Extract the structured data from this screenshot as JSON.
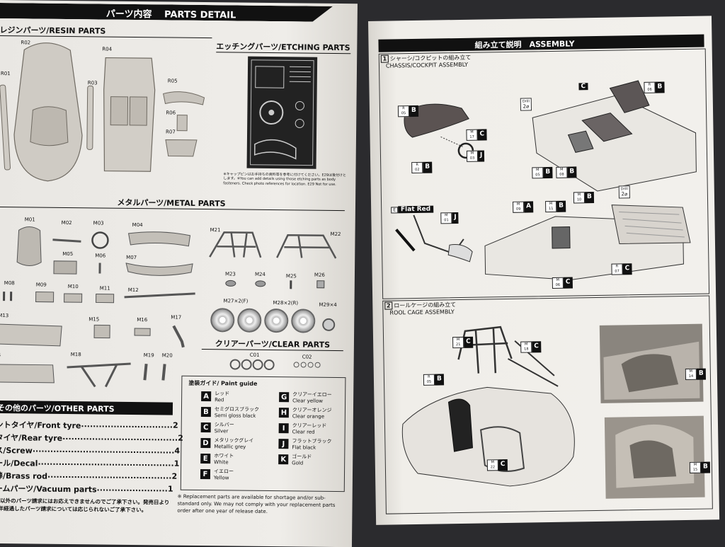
{
  "left_page": {
    "title": "パーツ内容　 PARTS DETAIL",
    "resin_header": "レジンパーツ/RESIN PARTS",
    "resin_labels": [
      "R02",
      "R04",
      "R01",
      "R03",
      "R05",
      "R06",
      "R07"
    ],
    "etching_header": "エッチングパーツ/ETCHING PARTS",
    "etching_note": "※キャップピンはお手持ちの資料等を参考に付けてください。E29は後付けとします。※You can add details using those etching parts as body fasteners. Check photo references for location. E29 Not for use.",
    "metal_header": "メタルパーツ/METAL PARTS",
    "metal_labels": [
      "M01",
      "M02",
      "M03",
      "M04",
      "M21",
      "M22",
      "M05",
      "M06",
      "M07",
      "M23",
      "M24",
      "M25",
      "M26",
      "M08",
      "M09",
      "M10",
      "M11",
      "M12",
      "M27×2(F)",
      "M28×2(R)",
      "M29×4",
      "M13",
      "M15",
      "M16",
      "M17",
      "M18",
      "M19",
      "M20",
      "4"
    ],
    "clear_header": "クリアーパーツ/CLEAR PARTS",
    "clear_labels": [
      "C01",
      "C02"
    ],
    "paint_guide": {
      "title": "塗装ガイド/ Paint guide",
      "items": [
        {
          "code": "A",
          "jp": "レッド",
          "en": "Red"
        },
        {
          "code": "B",
          "jp": "セミグロスブラック",
          "en": "Semi gloss black"
        },
        {
          "code": "C",
          "jp": "シルバー",
          "en": "Silver"
        },
        {
          "code": "D",
          "jp": "メタリックグレイ",
          "en": "Metallic grey"
        },
        {
          "code": "E",
          "jp": "ホワイト",
          "en": "White"
        },
        {
          "code": "F",
          "jp": "イエロー",
          "en": "Yellow"
        },
        {
          "code": "G",
          "jp": "クリアーイエロー",
          "en": "Clear yellow"
        },
        {
          "code": "H",
          "jp": "クリアーオレンジ",
          "en": "Clear orange"
        },
        {
          "code": "I",
          "jp": "クリアーレッド",
          "en": "Clear red"
        },
        {
          "code": "J",
          "jp": "フラットブラック",
          "en": "Flat black"
        },
        {
          "code": "K",
          "jp": "ゴールド",
          "en": "Gold"
        }
      ]
    },
    "other_header": "その他のパーツ/OTHER PARTS",
    "other_items": [
      {
        "name": "ントタイヤ/Front tyre",
        "dots": "...............................",
        "qty": "2"
      },
      {
        "name": "タイヤ/Rear tyre",
        "dots": ".......................................",
        "qty": "2"
      },
      {
        "name": "ス/Screw",
        "dots": "................................................",
        "qty": "4"
      },
      {
        "name": "ール/Decal",
        "dots": "..............................................",
        "qty": "1"
      },
      {
        "name": "棒/Brass rod",
        "dots": "..........................................",
        "qty": "2"
      },
      {
        "name": "ームパーツ/Vacuum parts",
        "dots": "........................",
        "qty": "1"
      }
    ],
    "footnote_jp": "品以外のパーツ請求にはお応えできませんのでご了承下さい。発売日より1年経過したパーツ請求については応じられないご了承下さい。",
    "footnote_en": "※ Replacement parts are available for shortage and/or sub-standard only. We may not comply with your replacement parts order after one year of release date."
  },
  "right_page": {
    "title": "組み立て説明　ASSEMBLY",
    "step1": {
      "num": "1",
      "title_jp": "シャーシ/コクピットの組み立て",
      "title_en": "CHASSIS/COCKPIT ASSEMBLY"
    },
    "step2": {
      "num": "2",
      "title_jp": "ロールケージの組み立て",
      "title_en": "ROOL CAGE ASSEMBLY"
    },
    "flat_red": "Flat Red",
    "drill": "Drill",
    "drill_size": "2⌀",
    "prefix_r": "R",
    "prefix_m": "M",
    "tags": [
      {
        "p": "R",
        "n": "05",
        "c": "B"
      },
      {
        "p": "M",
        "n": "17",
        "c": "C"
      },
      {
        "p": "M",
        "n": "03",
        "c": "J"
      },
      {
        "p": "R",
        "n": "02",
        "c": "B"
      },
      {
        "p": "R",
        "n": "06",
        "c": "B"
      },
      {
        "p": "M",
        "n": "05",
        "c": "B"
      },
      {
        "p": "M",
        "n": "08",
        "c": "B"
      },
      {
        "p": "M",
        "n": "09",
        "c": "A"
      },
      {
        "p": "M",
        "n": "11",
        "c": "B"
      },
      {
        "p": "M",
        "n": "10",
        "c": "B"
      },
      {
        "p": "M",
        "n": "01",
        "c": "J"
      },
      {
        "p": "R",
        "n": "07",
        "c": "C"
      },
      {
        "p": "M",
        "n": "06",
        "c": "C"
      },
      {
        "p": "M",
        "n": "21",
        "c": "C"
      },
      {
        "p": "M",
        "n": "18",
        "c": "C"
      },
      {
        "p": "R",
        "n": "05",
        "c": "B"
      },
      {
        "p": "M",
        "n": "14",
        "c": "B"
      },
      {
        "p": "M",
        "n": "22",
        "c": "C"
      },
      {
        "p": "M",
        "n": "15",
        "c": "B"
      }
    ],
    "flag_c": "C",
    "badge_e": "E",
    "badge_m": "M",
    "badge_num": "22"
  }
}
